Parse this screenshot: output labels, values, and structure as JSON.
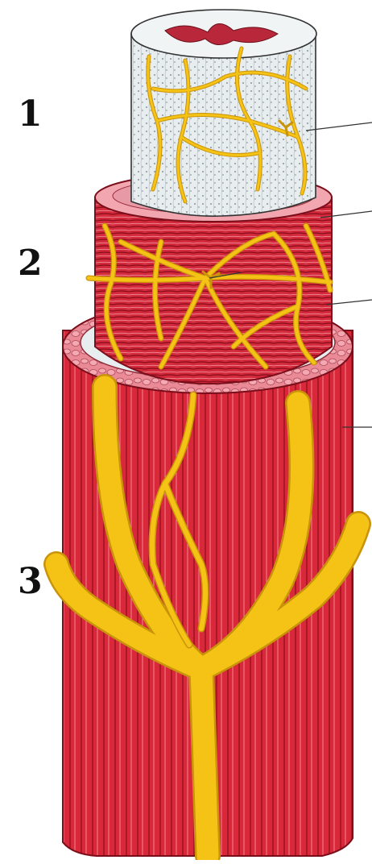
{
  "labels": [
    "1",
    "2",
    "3"
  ],
  "colors": {
    "background": "#ffffff",
    "muscle_red": "#d8283a",
    "muscle_dark": "#9e1424",
    "muscle_stripe": "#f0a0a8",
    "pink_sheath": "#e98a96",
    "pale_layer": "#e6ecef",
    "vessel_yellow": "#f5c316",
    "vessel_outline": "#c9930a",
    "leader_line": "#333333"
  },
  "leader_line_count": 5,
  "icons": [
    "vessel-tube-diagram"
  ]
}
